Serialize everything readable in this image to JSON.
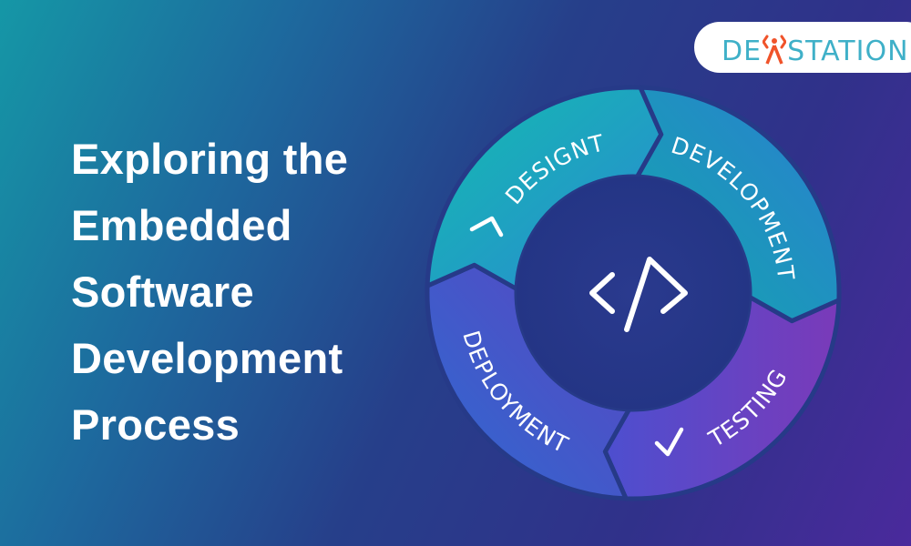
{
  "title_lines": [
    "Exploring the",
    "Embedded",
    "Software",
    "Development",
    "Process"
  ],
  "logo": {
    "text_left": "DE",
    "text_right": "STATION",
    "brand_name": "DEVSTATION",
    "accent": "#f0532a",
    "text_color": "#3fb0c8"
  },
  "cycle": {
    "center_icon": "code-icon",
    "stages": [
      {
        "label": "DESIGNT",
        "icon": "caret-icon"
      },
      {
        "label": "DEVELOPMENT"
      },
      {
        "label": "TESTING",
        "icon": "check-icon"
      },
      {
        "label": "DEPLOYMENT"
      }
    ]
  }
}
